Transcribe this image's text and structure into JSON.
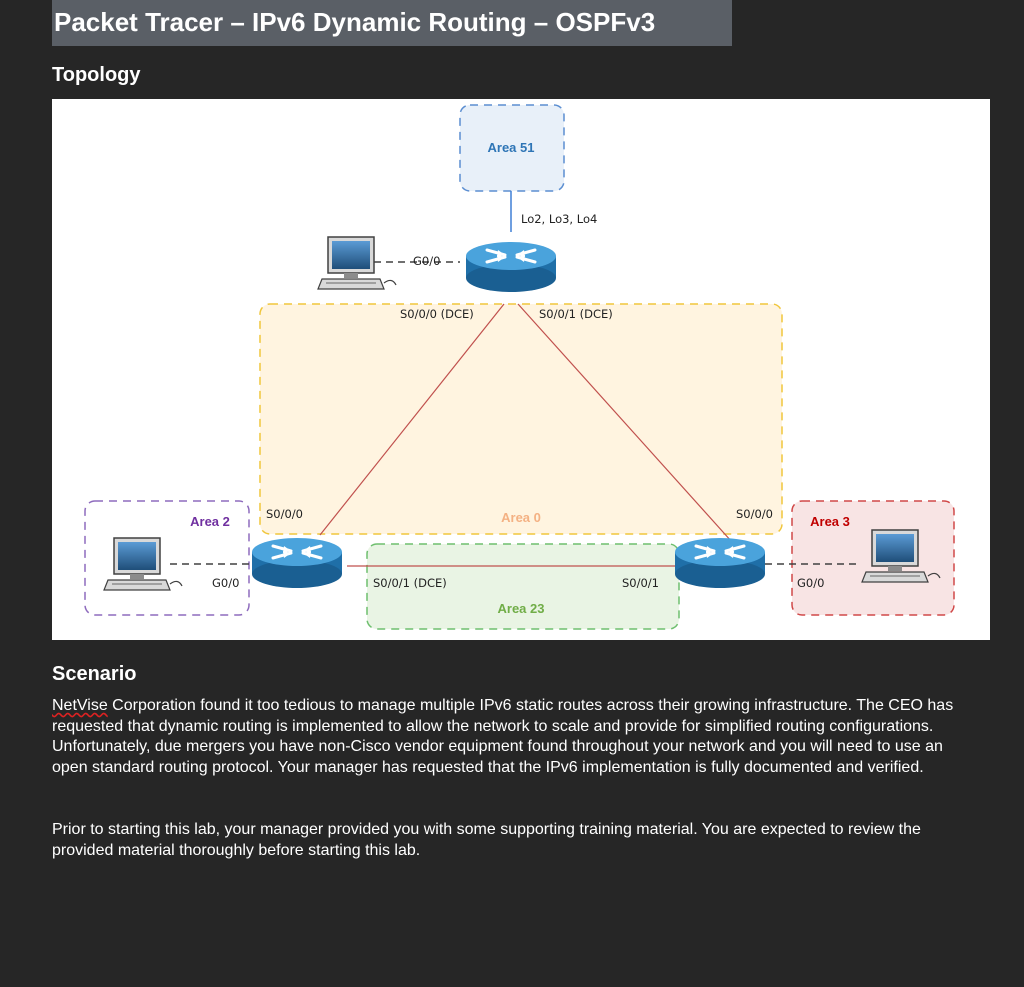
{
  "title": "Packet Tracer – IPv6 Dynamic Routing – OSPFv3",
  "topology": {
    "heading": "Topology",
    "areas": {
      "area51": "Area 51",
      "area0": "Area 0",
      "area2": "Area 2",
      "area3": "Area 3",
      "area23": "Area 23"
    },
    "labels": {
      "lo": "Lo2, Lo3, Lo4",
      "top_g0": "G0/0",
      "top_s000": "S0/0/0 (DCE)",
      "top_s001": "S0/0/1 (DCE)",
      "left_s000": "S0/0/0",
      "left_g0": "G0/0",
      "left_s001": "S0/0/1 (DCE)",
      "right_s000": "S0/0/0",
      "right_s001": "S0/0/1",
      "right_g0": "G0/0"
    },
    "colors": {
      "area51": "#2e75b6",
      "area0": "#f4b183",
      "area2": "#7030a0",
      "area3": "#c00000",
      "area23": "#70ad47",
      "router": "#2a86c4",
      "serial_link": "#c0504d"
    }
  },
  "scenario": {
    "heading": "Scenario",
    "p1_squiggle": "NetVise",
    "p1_rest": " Corporation found it too tedious to manage multiple IPv6 static routes across their growing infrastructure. The CEO has requested that dynamic routing is implemented to allow the network to scale and provide for simplified routing configurations. Unfortunately, due mergers you have non-Cisco vendor equipment found throughout your network and you will need to use an open standard routing protocol. Your manager has requested that the IPv6 implementation is fully documented and verified.",
    "p2": "Prior to starting this lab, your manager provided you with some supporting training material. You are expected to review the provided material thoroughly before starting this lab."
  }
}
